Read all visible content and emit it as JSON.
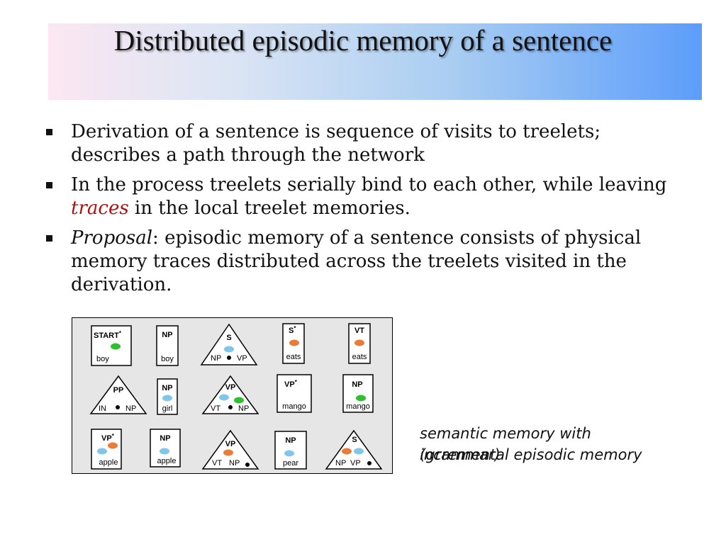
{
  "title": "Distributed episodic memory of a sentence",
  "bullets": {
    "b1": "Derivation of a sentence is sequence of visits to treelets; describes a path through the network",
    "b2_a": "In the process treelets serially bind to each other, while leaving ",
    "b2_em": "traces",
    "b2_b": " in the local treelet memories.",
    "b3_em": "Proposal",
    "b3_rest": ": episodic memory of a sentence consists of physical memory traces distributed across the treelets visited in the derivation."
  },
  "colors": {
    "green": "#2fbf2f",
    "orange": "#ec7b35",
    "blue": "#7fc6ea",
    "panel": "#e6e6e6"
  },
  "treelets": {
    "start": {
      "label": "START",
      "sup": "*",
      "word": "boy"
    },
    "np_boy": {
      "label": "NP",
      "word": "boy"
    },
    "s1": {
      "label": "S",
      "left": "NP",
      "right": "VP"
    },
    "s_star_eats": {
      "label": "S",
      "sup": "*",
      "word": "eats"
    },
    "vt_eats": {
      "label": "VT",
      "word": "eats"
    },
    "pp": {
      "label": "PP",
      "left": "IN",
      "right": "NP"
    },
    "np_girl": {
      "label": "NP",
      "word": "girl"
    },
    "vp1": {
      "label": "VP",
      "left": "VT",
      "right": "NP"
    },
    "vp_star_mango": {
      "label": "VP",
      "sup": "*",
      "word": "mango"
    },
    "np_mango": {
      "label": "NP",
      "word": "mango"
    },
    "vp_star_apple": {
      "label": "VP",
      "sup": "*",
      "word": "apple"
    },
    "np_apple": {
      "label": "NP",
      "word": "apple"
    },
    "vp2": {
      "label": "VP",
      "left": "VT",
      "right": "NP"
    },
    "np_pear": {
      "label": "NP",
      "word": "pear"
    },
    "s2": {
      "label": "S",
      "left": "NP",
      "right": "VP"
    }
  },
  "caption": {
    "line1_em": "semantic memory",
    "line1_rest": " with",
    "line2_a": "(grammar)",
    "line2_b": "incremental episodic memory"
  }
}
